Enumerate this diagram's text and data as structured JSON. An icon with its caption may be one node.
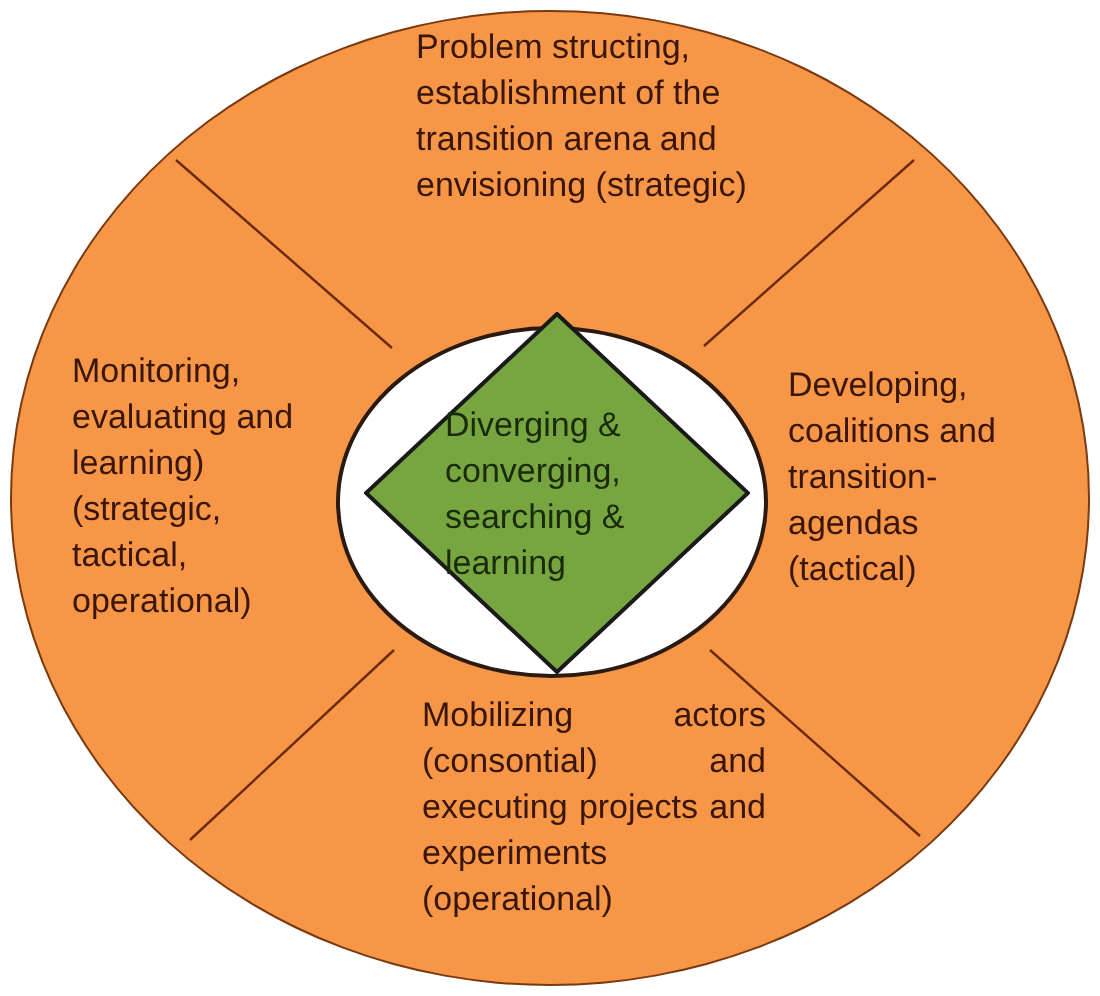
{
  "diagram": {
    "nodes": [
      {
        "text": [],
        "shape": "circle"
      },
      {
        "text": [
          "Problem structing, establishment of the transition arena and envisioning (strategic)"
        ],
        "in": 0
      },
      {
        "text": [
          "Monitoring, evaluating and learning) (strategic, tactical, operational)"
        ],
        "in": 0
      },
      {
        "text": [
          "Developing, coalitions and transition-agendas (tactical)"
        ],
        "in": 0
      },
      {
        "text": [
          "Mobilizing actors (consontial) and executing projects and experiments (operational)"
        ],
        "in": 0
      },
      {
        "text": [],
        "shape": "circle",
        "in": 0
      },
      {
        "text": [
          "Diverging & converging, searching & learning"
        ],
        "in": 5
      }
    ]
  }
}
